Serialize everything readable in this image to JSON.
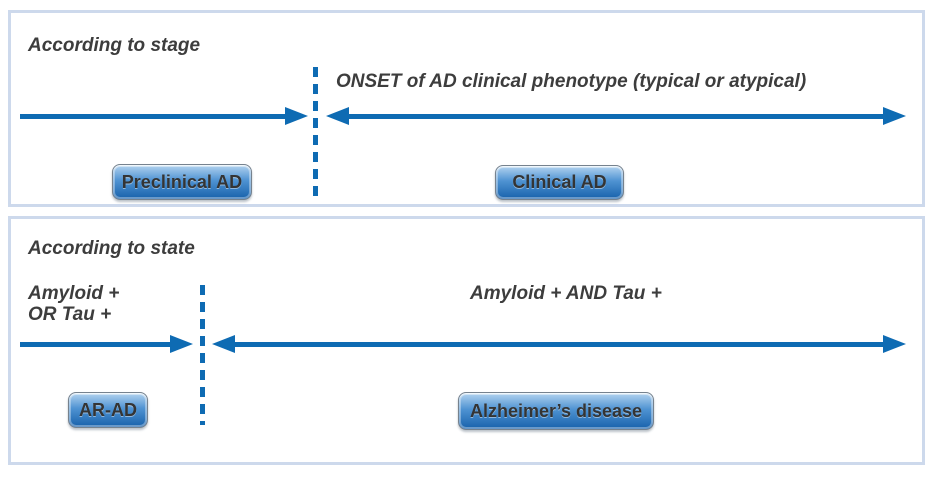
{
  "colors": {
    "arrow_blue": "#0e6bb3",
    "panel_border": "#cdd9ec",
    "text_dark": "#3d3d3d",
    "badge_border": "#76828e",
    "badge_top": "#b4d4f0",
    "badge_mid": "#4f93d2",
    "badge_bottom": "#1761ab",
    "badge_text": "#343434"
  },
  "stage_panel": {
    "heading": "According to stage",
    "onset_label": "ONSET of AD clinical phenotype (typical or atypical)",
    "preclinical_badge": "Preclinical AD",
    "clinical_badge": "Clinical AD"
  },
  "state_panel": {
    "heading": "According to state",
    "left_condition_line1": "Amyloid +",
    "left_condition_line2": "OR Tau +",
    "right_condition": "Amyloid + AND Tau +",
    "arad_badge": "AR-AD",
    "alzheimers_badge": "Alzheimer’s disease"
  }
}
